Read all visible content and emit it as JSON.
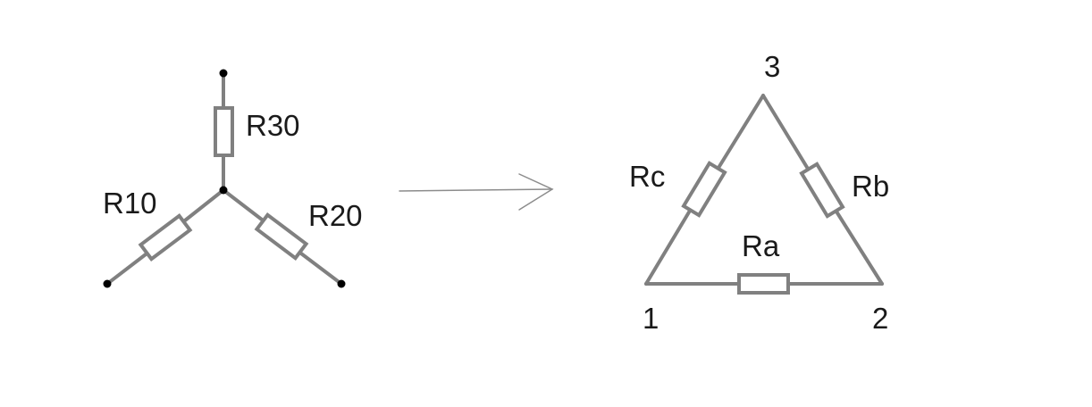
{
  "star": {
    "resistors": [
      "R30",
      "R10",
      "R20"
    ]
  },
  "delta": {
    "resistors": [
      "Ra",
      "Rb",
      "Rc"
    ],
    "nodes": [
      "1",
      "2",
      "3"
    ]
  },
  "colors": {
    "wire": "#808080",
    "terminal": "#000000",
    "arrow": "#8c8c8c",
    "text": "#1a1a1a"
  }
}
